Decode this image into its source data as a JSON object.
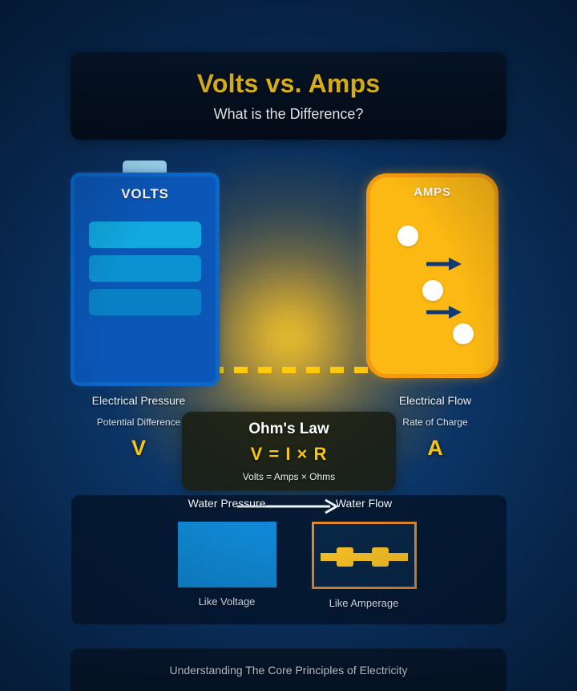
{
  "title_card": {
    "heading": "Volts vs. Amps",
    "subheading": "What is the Difference?"
  },
  "volts_side": {
    "badge_label": "VOLTS",
    "title": "Electrical Pressure",
    "subtitle": "Potential Difference",
    "symbol": "V"
  },
  "amps_side": {
    "badge_label": "AMPS",
    "title": "Electrical Flow",
    "subtitle": "Rate of Charge",
    "symbol": "A"
  },
  "ohms_law": {
    "title": "Ohm's Law",
    "formula": "V = I × R",
    "expanded": "Volts = Amps × Ohms"
  },
  "water_analogy": {
    "left_top_label": "Water Pressure",
    "left_bottom_label": "Like Voltage",
    "right_top_label": "Water Flow",
    "right_bottom_label": "Like Amperage"
  },
  "footer": {
    "text": "Understanding The Core Principles of Electricity"
  },
  "colors": {
    "background": "#0b3260",
    "accent_yellow": "#f6c518",
    "amps_orange": "#fdb913",
    "amps_orange_border": "#f59a10",
    "battery_blue": "#0b57b8",
    "battery_border": "#0b68c9",
    "cell_bright": "#11a9e0",
    "cell_mid": "#0c92d2",
    "cell_dark": "#0a81c6",
    "battery_cap": "#9fd8f2",
    "water_tank_blue": "#1087d2",
    "pipe_yellow": "#f8c225",
    "pipe_box_border": "#e08a28",
    "card_dark": "#050f1d",
    "panel_dark": "#05162c",
    "text_white": "#ffffff",
    "glow_center": "#ffcd28"
  }
}
